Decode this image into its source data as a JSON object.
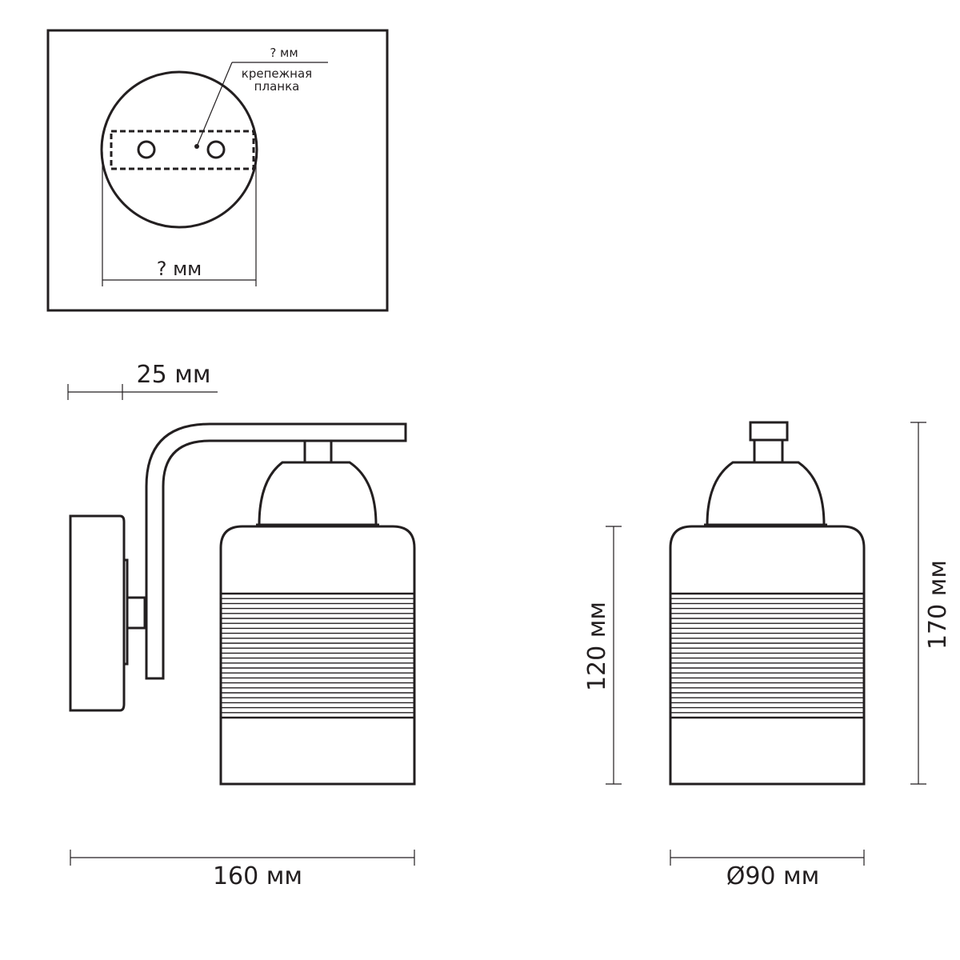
{
  "mount_panel": {
    "plate_size_label": "? мм",
    "plate_note_line1": "крепежная",
    "plate_note_line2": "планка",
    "base_diameter_label": "? мм"
  },
  "side_view": {
    "offset_label": "25 мм",
    "width_label": "160 мм"
  },
  "front_view": {
    "shade_height_label": "120 мм",
    "total_height_label": "170 мм",
    "diameter_label": "Ø90 мм"
  },
  "colors": {
    "line": "#231f20",
    "background": "#ffffff"
  }
}
